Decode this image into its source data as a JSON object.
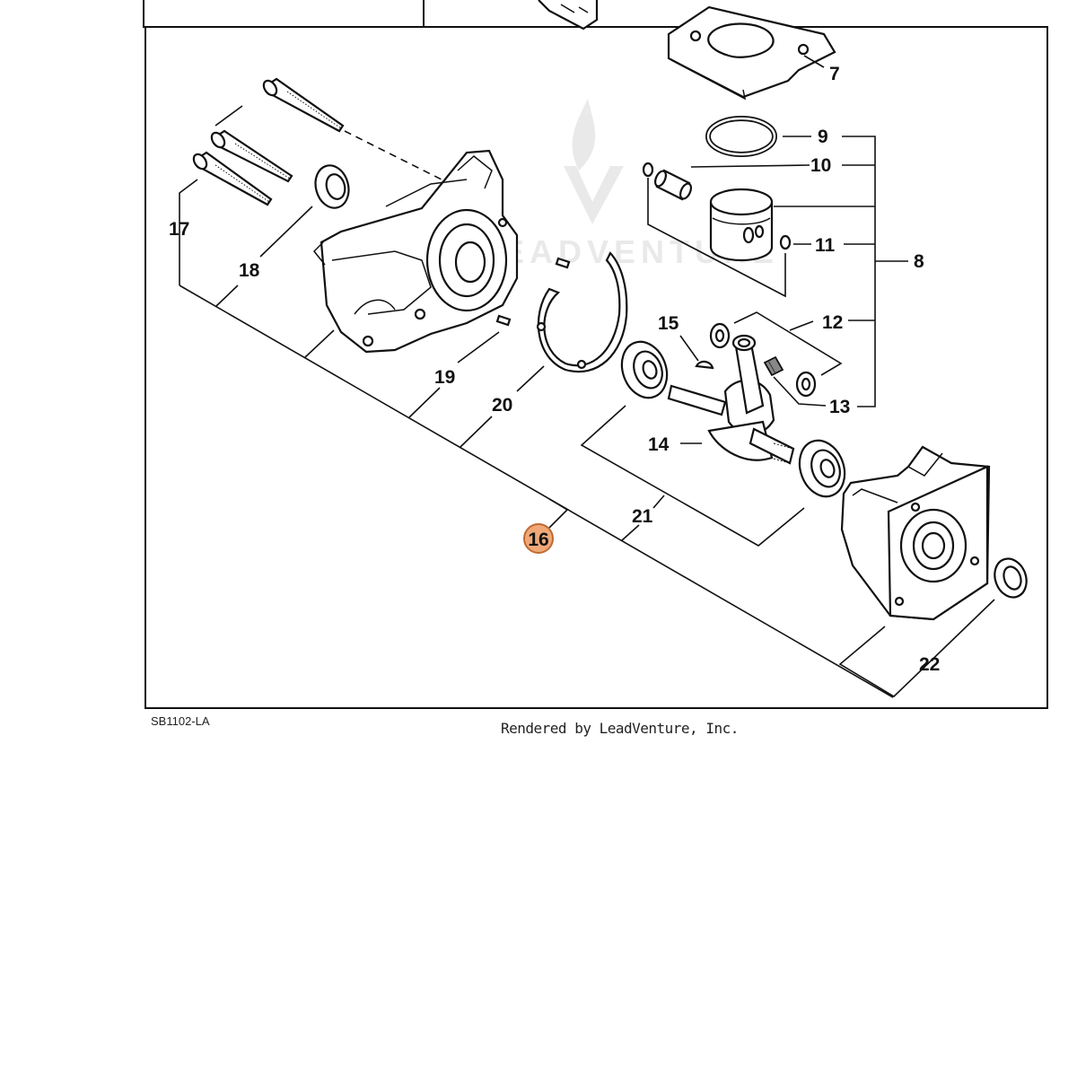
{
  "drawing_code": "SB1102-LA",
  "rendered_by": "Rendered by LeadVenture, Inc.",
  "watermark": "LEADVENTURE",
  "highlight": {
    "label": "16",
    "fill": "#f0a878",
    "stroke": "#c06a30"
  },
  "callouts": {
    "c7": "7",
    "c8": "8",
    "c9": "9",
    "c10": "10",
    "c11": "11",
    "c12": "12",
    "c13": "13",
    "c14": "14",
    "c15": "15",
    "c17": "17",
    "c18": "18",
    "c19": "19",
    "c20": "20",
    "c21": "21",
    "c22": "22"
  }
}
